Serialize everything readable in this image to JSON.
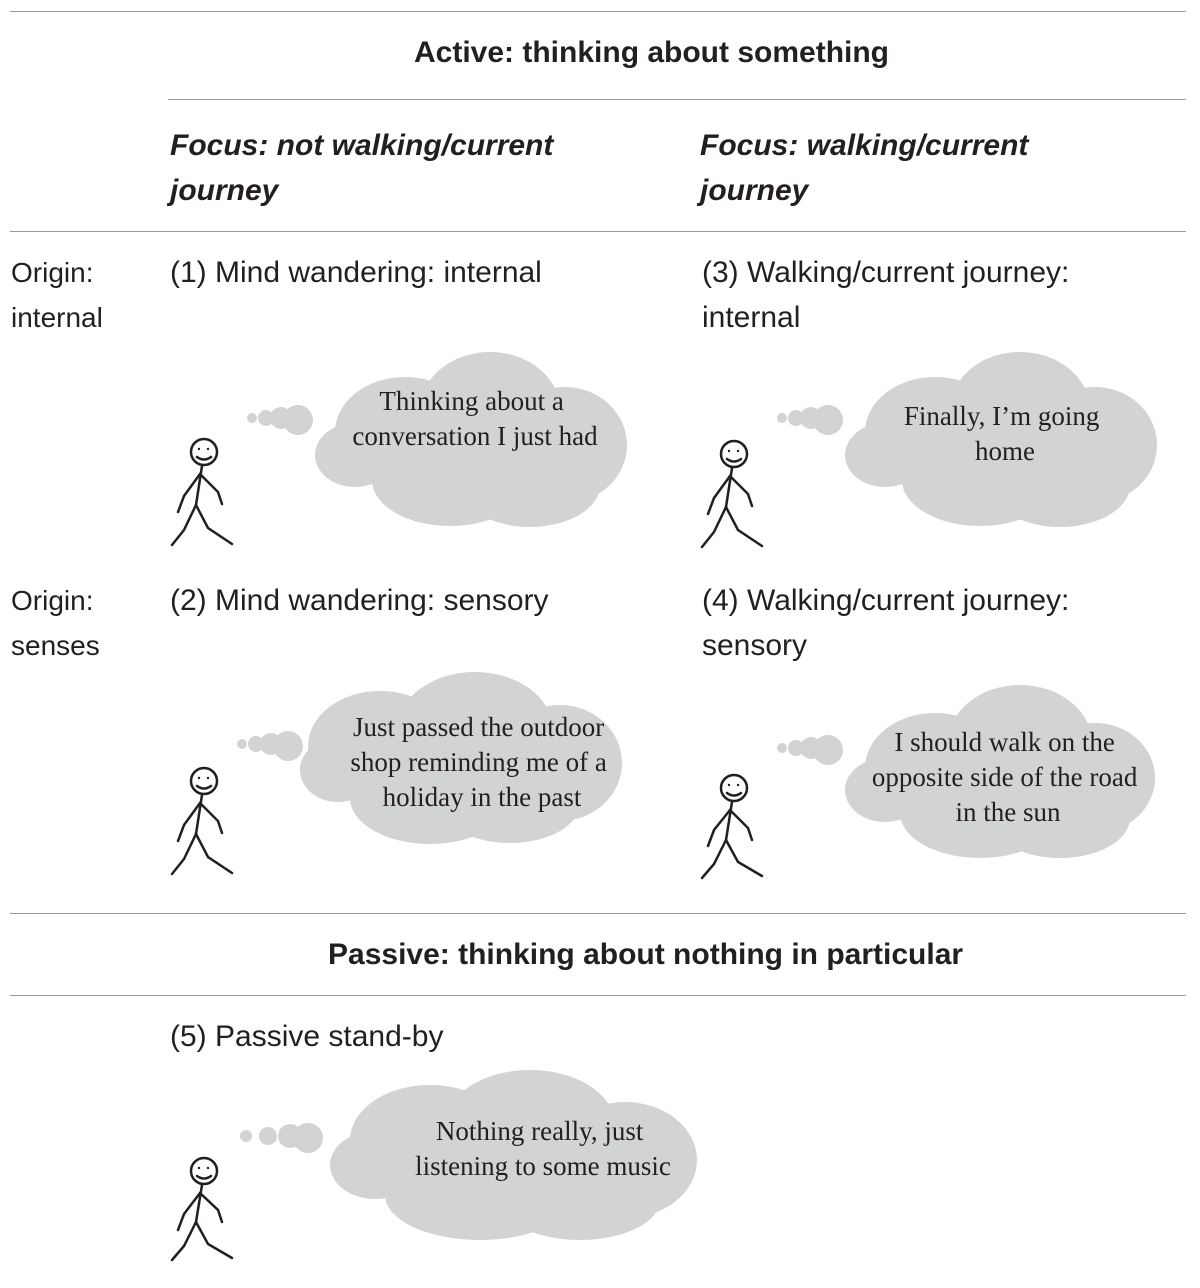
{
  "active_header": "Active: thinking about something",
  "passive_header": "Passive: thinking about nothing in particular",
  "columns": [
    {
      "line1": "Focus: not walking/current",
      "line2": "journey"
    },
    {
      "line1": "Focus: walking/current",
      "line2": "journey"
    }
  ],
  "rows": [
    {
      "line1": "Origin:",
      "line2": "internal"
    },
    {
      "line1": "Origin:",
      "line2": "senses"
    }
  ],
  "cells": {
    "c1": {
      "title": "(1) Mind wandering: internal",
      "thought": [
        "Thinking about a",
        "conversation I just had"
      ]
    },
    "c2": {
      "title": "(2) Mind wandering: sensory",
      "thought": [
        "Just passed the outdoor",
        "shop reminding me of a",
        "holiday in the past"
      ]
    },
    "c3": {
      "title_line1": "(3) Walking/current journey:",
      "title_line2": "internal",
      "thought": [
        "Finally, I’m going",
        "home"
      ]
    },
    "c4": {
      "title_line1": "(4) Walking/current journey:",
      "title_line2": "sensory",
      "thought": [
        "I should walk on the",
        "opposite side of the road",
        "in the sun"
      ]
    },
    "c5": {
      "title": "(5) Passive stand-by",
      "thought": [
        "Nothing really, just",
        "listening to some music"
      ]
    }
  },
  "colors": {
    "cloud_fill": "#d1d3d4",
    "rule": "#9a9a9a",
    "text": "#231f20"
  }
}
